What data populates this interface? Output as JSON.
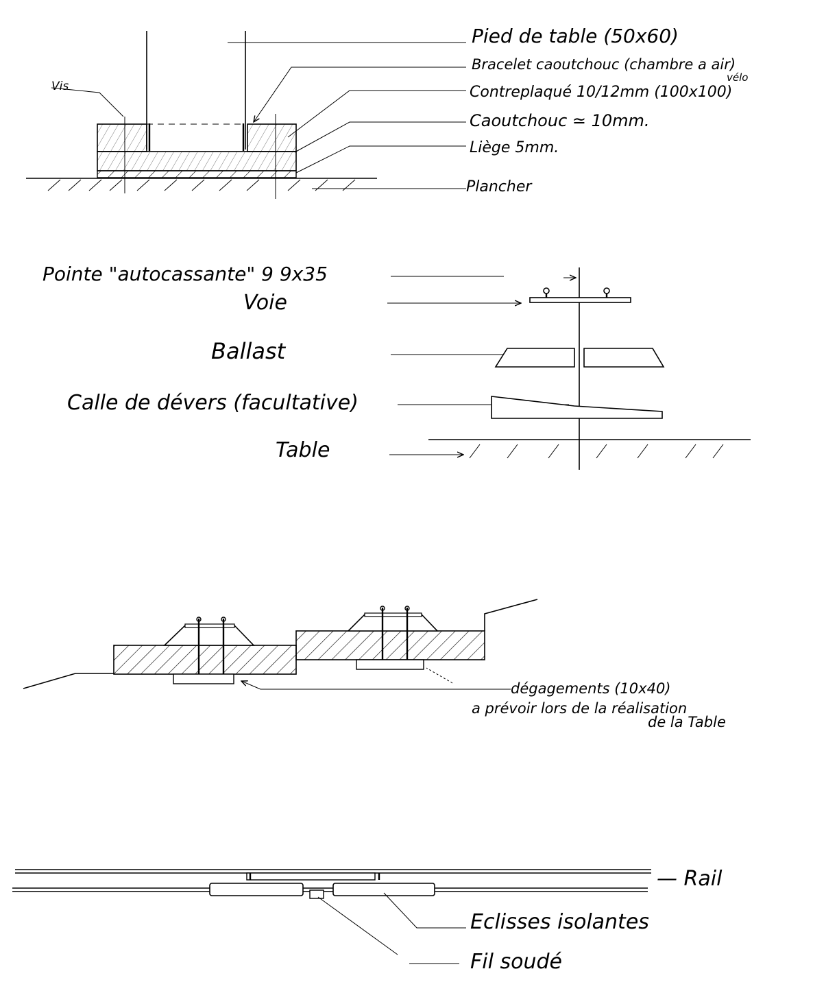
{
  "fig1": {
    "labels": {
      "vis": "Vis",
      "pied": "Pied de table (50x60)",
      "bracelet_1": "Bracelet caoutchouc (chambre a air)",
      "bracelet_2": "vélo",
      "contreplaque": "Contreplaqué 10/12mm (100x100)",
      "caoutchouc": "Caoutchouc ≃ 10mm.",
      "liege": "Liège 5mm.",
      "plancher": "Plancher"
    }
  },
  "fig2": {
    "labels": {
      "pointe": "Pointe \"autocassante\" 9 9x35",
      "voie": "Voie",
      "ballast": "Ballast",
      "calle": "Calle de dévers (facultative)",
      "table": "Table"
    }
  },
  "fig3": {
    "labels": {
      "degagements_1": "dégagements (10x40)",
      "degagements_2": "a prévoir lors de la réalisation",
      "degagements_3": "de la Table"
    }
  },
  "fig4": {
    "labels": {
      "rail": "— Rail",
      "eclisses": "Eclisses isolantes",
      "fil": "Fil soudé"
    }
  }
}
